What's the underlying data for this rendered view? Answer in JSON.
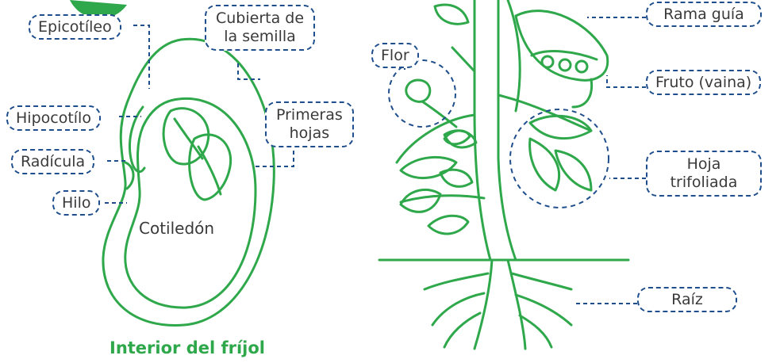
{
  "colors": {
    "plant": "#2ea84a",
    "label_border": "#1f4e8c",
    "text": "#3a3a3a"
  },
  "seed": {
    "caption": "Interior del fríjol",
    "labels": {
      "epicotileo": "Epicotíleo",
      "cubierta_line1": "Cubierta de",
      "cubierta_line2": "la semilla",
      "hipocotilo": "Hipocotílo",
      "primeras_line1": "Primeras",
      "primeras_line2": "hojas",
      "radicula": "Radícula",
      "hilo": "Hilo",
      "cotiledon": "Cotiledón"
    }
  },
  "plant": {
    "labels": {
      "flor": "Flor",
      "rama_guia": "Rama guía",
      "fruto": "Fruto (vaina)",
      "hoja_line1": "Hoja",
      "hoja_line2": "trifoliada",
      "raiz": "Raíz"
    }
  }
}
